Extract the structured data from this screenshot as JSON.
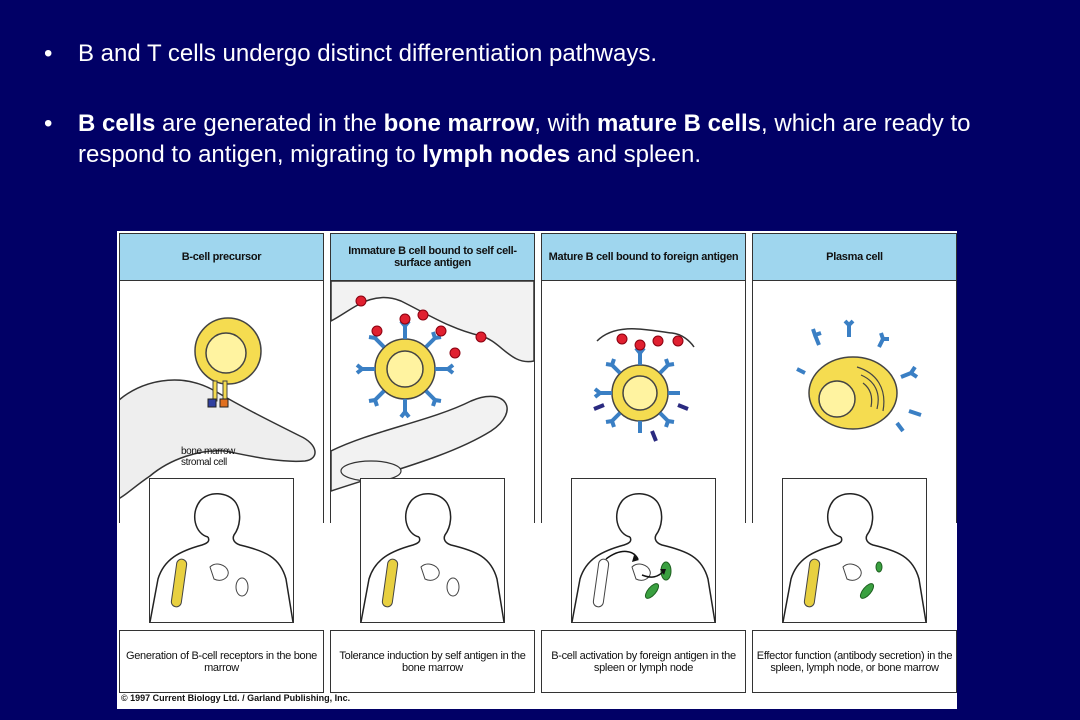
{
  "bullets": [
    {
      "marker": "•",
      "parts": [
        "B and T cells undergo distinct differentiation pathways."
      ]
    },
    {
      "marker": "•",
      "parts": [
        {
          "b": "B cells"
        },
        " are generated in the ",
        {
          "b": "bone marrow"
        },
        ", with ",
        {
          "b": "mature B cells"
        },
        ", which are ready to respond to antigen, migrating to ",
        {
          "b": "lymph nodes"
        },
        " and spleen."
      ]
    }
  ],
  "figure": {
    "panels": [
      {
        "header": "B-cell precursor",
        "caption": "Generation of B-cell receptors in the bone marrow"
      },
      {
        "header": "Immature B cell bound to self cell-surface antigen",
        "caption": "Tolerance induction by self antigen in the bone marrow"
      },
      {
        "header": "Mature B cell bound to foreign antigen",
        "caption": "B-cell activation by foreign antigen in the spleen or lymph node"
      },
      {
        "header": "Plasma cell",
        "caption": "Effector function (antibody secretion) in the spleen, lymph node, or bone marrow"
      }
    ],
    "stromal_label": "bone marrow stromal cell",
    "copyright": "© 1997 Current Biology Ltd. / Garland Publishing, Inc.",
    "colors": {
      "cell_yellow": "#f5dc50",
      "nucleus_yellow": "#fff3a0",
      "antibody_blue": "#3a7fc4",
      "antigen_red": "#e02030",
      "header_blue": "#9fd6ee",
      "bone_yellow": "#e8d040",
      "lymph_green": "#3aa040",
      "background": "#010066"
    }
  }
}
